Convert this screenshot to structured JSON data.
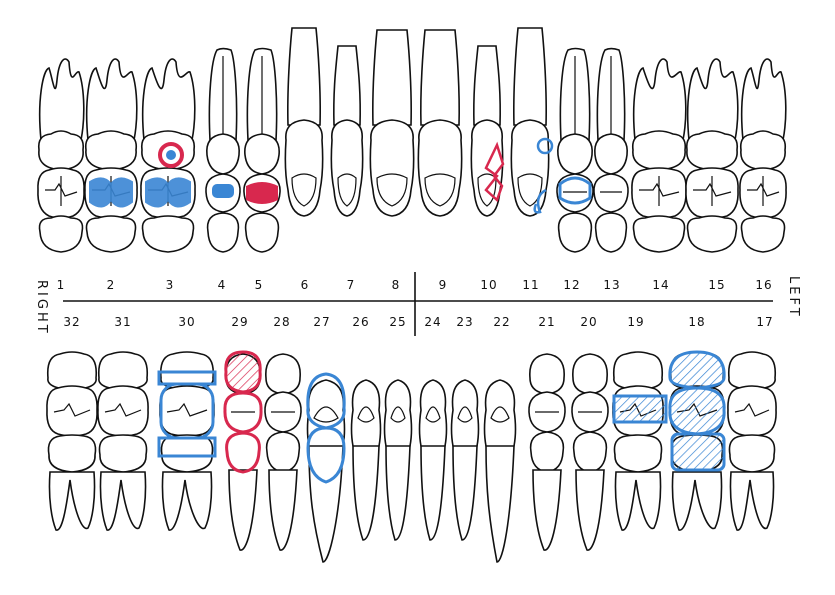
{
  "labels": {
    "right": "RIGHT",
    "left": "LEFT"
  },
  "upper_numbers": [
    "1",
    "2",
    "3",
    "4",
    "5",
    "6",
    "7",
    "8",
    "9",
    "10",
    "11",
    "12",
    "13",
    "14",
    "15",
    "16"
  ],
  "lower_numbers": [
    "32",
    "31",
    "30",
    "29",
    "28",
    "27",
    "26",
    "25",
    "24",
    "23",
    "22",
    "21",
    "20",
    "19",
    "18",
    "17"
  ],
  "colors": {
    "outline": "#111111",
    "blue": "#3a86d4",
    "red": "#d8284e"
  },
  "markings": [
    {
      "tooth": "2",
      "color": "blue",
      "kind": "occlusal-filling"
    },
    {
      "tooth": "3",
      "color": "blue",
      "kind": "occlusal-filling"
    },
    {
      "tooth": "3",
      "color": "red",
      "kind": "crown-lesion"
    },
    {
      "tooth": "4",
      "color": "blue",
      "kind": "occlusal-filling"
    },
    {
      "tooth": "5",
      "color": "red",
      "kind": "occlusal-filling"
    },
    {
      "tooth": "10",
      "color": "red",
      "kind": "crown-lesion"
    },
    {
      "tooth": "11",
      "color": "blue",
      "kind": "crown-marks"
    },
    {
      "tooth": "12",
      "color": "blue",
      "kind": "occlusal-filling"
    },
    {
      "tooth": "30",
      "color": "blue",
      "kind": "crown-outline"
    },
    {
      "tooth": "29",
      "color": "red",
      "kind": "crown-outline"
    },
    {
      "tooth": "27",
      "color": "blue",
      "kind": "crown-outline"
    },
    {
      "tooth": "19",
      "color": "blue",
      "kind": "occlusal-filling"
    },
    {
      "tooth": "18",
      "color": "blue",
      "kind": "hatched-crown"
    }
  ]
}
